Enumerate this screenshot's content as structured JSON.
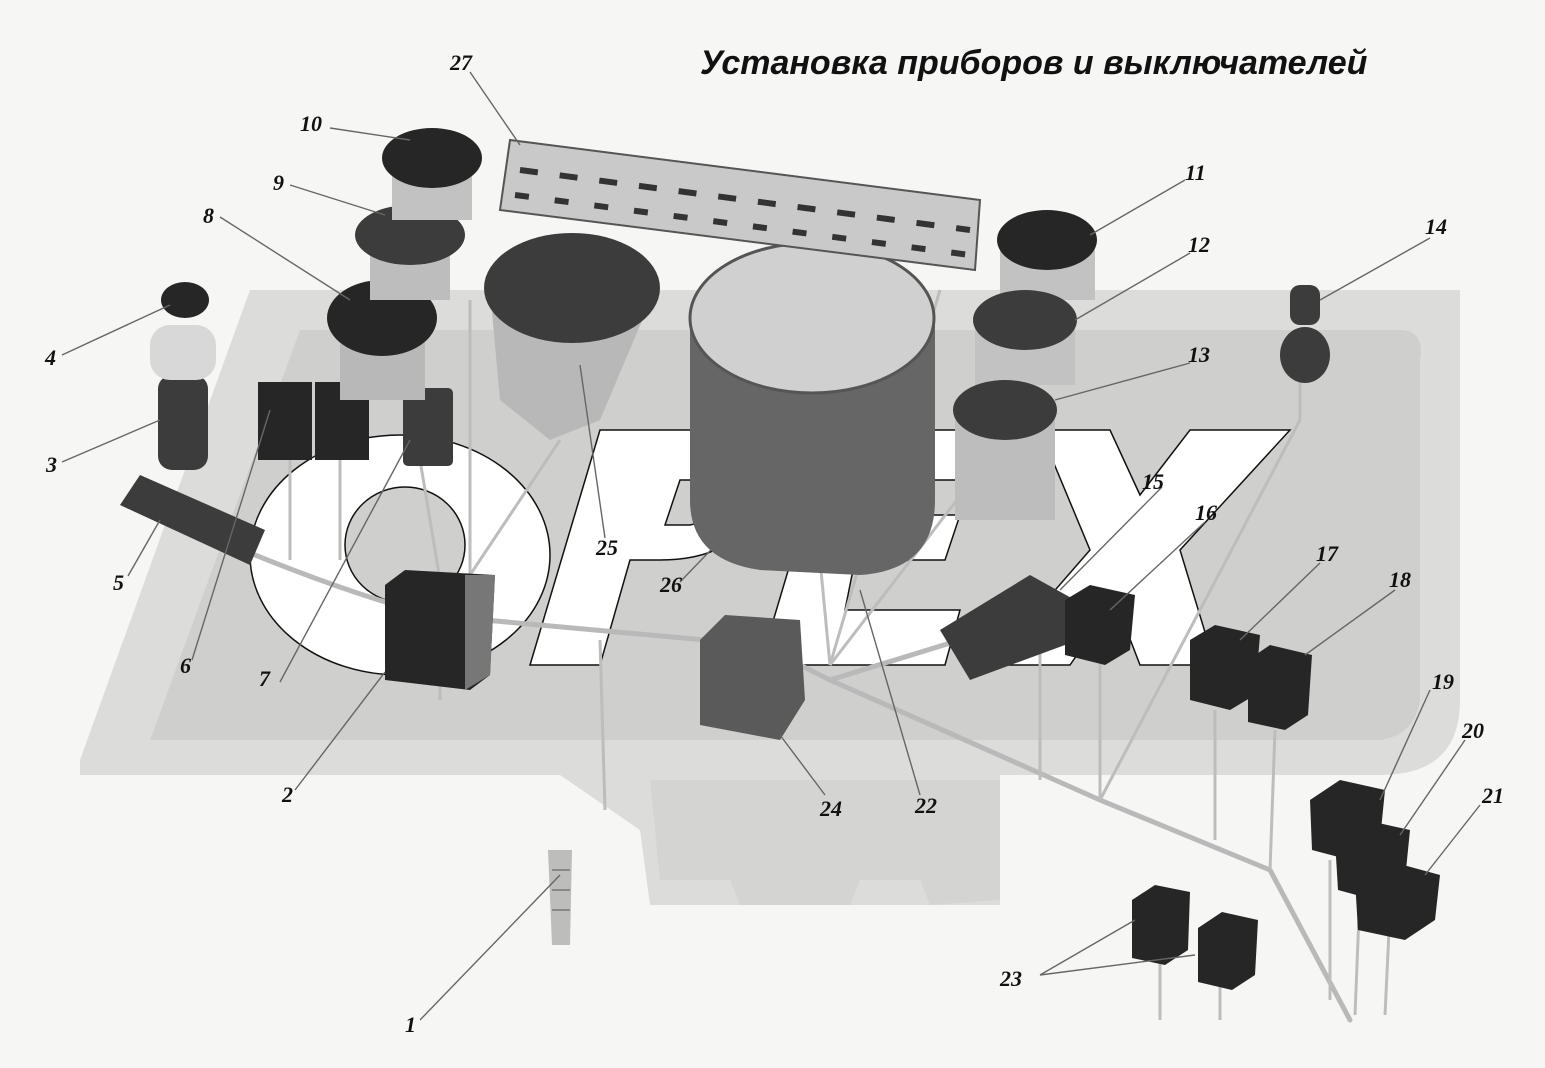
{
  "title": "Установка приборов и выключателей",
  "watermark": {
    "text": "PEX",
    "colors": {
      "plate": "#d9d9d7",
      "inner": "#cfcfcd",
      "letters": "#ffffff"
    }
  },
  "callouts": [
    {
      "num": "1"
    },
    {
      "num": "2"
    },
    {
      "num": "3"
    },
    {
      "num": "4"
    },
    {
      "num": "5"
    },
    {
      "num": "6"
    },
    {
      "num": "7"
    },
    {
      "num": "8"
    },
    {
      "num": "9"
    },
    {
      "num": "10"
    },
    {
      "num": "11"
    },
    {
      "num": "12"
    },
    {
      "num": "13"
    },
    {
      "num": "14"
    },
    {
      "num": "15"
    },
    {
      "num": "16"
    },
    {
      "num": "17"
    },
    {
      "num": "18"
    },
    {
      "num": "19"
    },
    {
      "num": "20"
    },
    {
      "num": "21"
    },
    {
      "num": "22"
    },
    {
      "num": "23"
    },
    {
      "num": "24"
    },
    {
      "num": "25"
    },
    {
      "num": "26"
    },
    {
      "num": "27"
    }
  ]
}
